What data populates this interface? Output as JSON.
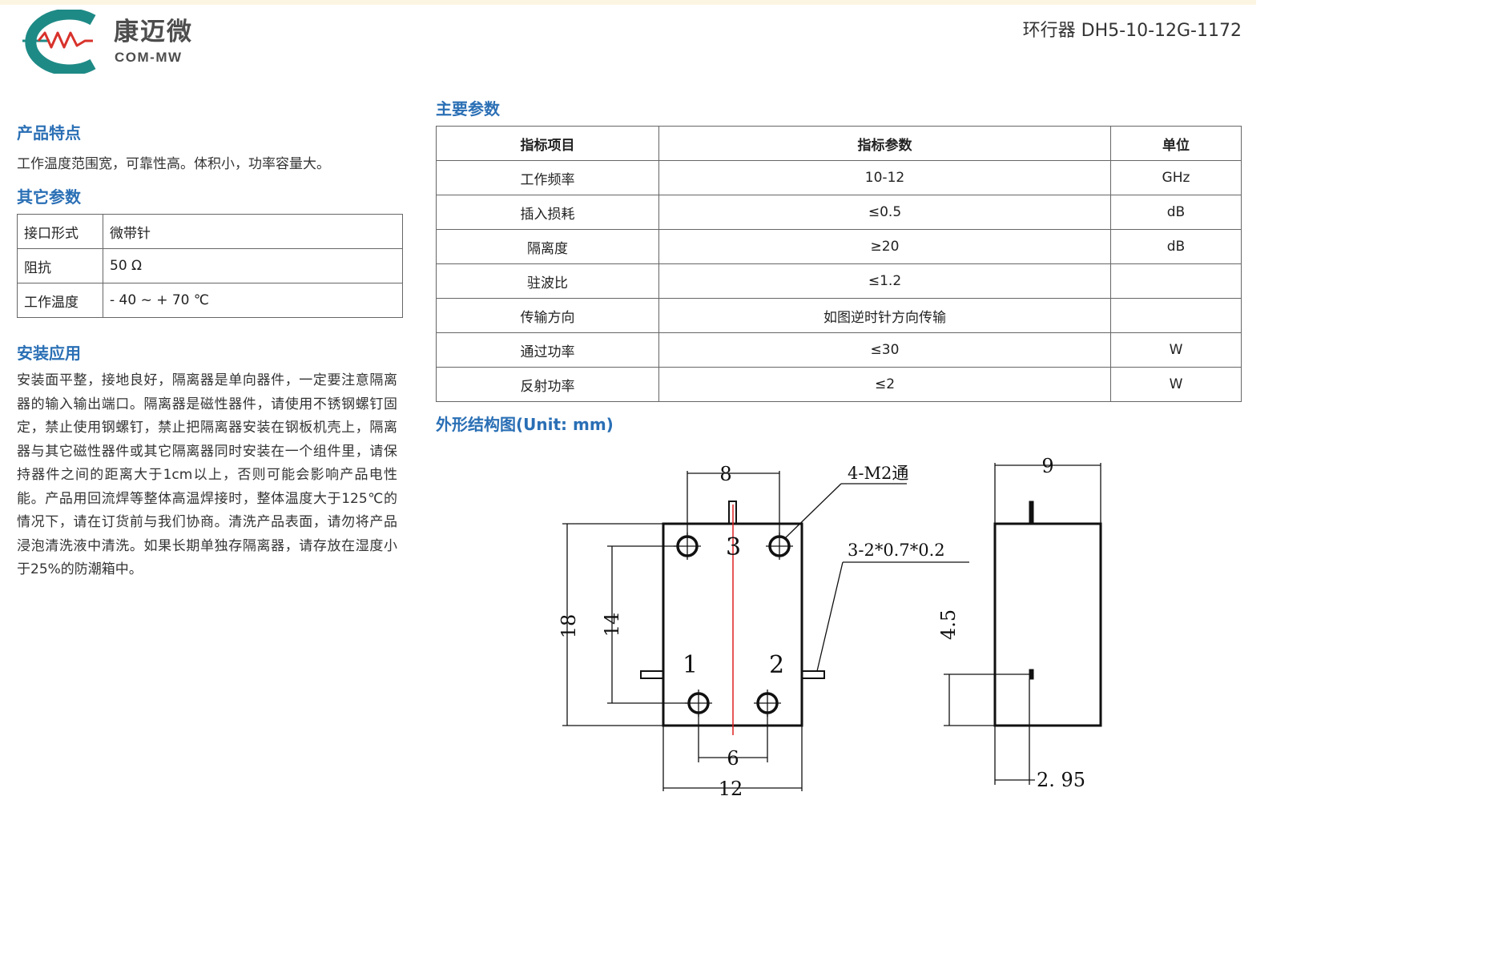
{
  "header": {
    "logo_cn": "康迈微",
    "logo_en": "COM-MW",
    "logo_mark": "MW",
    "doc_title": "环行器 DH5-10-12G-1172"
  },
  "features": {
    "heading": "产品特点",
    "text": "工作温度范围宽，可靠性高。体积小，功率容量大。"
  },
  "other_params": {
    "heading": "其它参数",
    "rows": [
      {
        "key": "接口形式",
        "value": "微带针"
      },
      {
        "key": "阻抗",
        "value": "50 Ω"
      },
      {
        "key": "工作温度",
        "value": "- 40 ~ + 70 ℃"
      }
    ]
  },
  "install": {
    "heading": "安装应用",
    "text": "安装面平整，接地良好，隔离器是单向器件，一定要注意隔离器的输入输出端口。隔离器是磁性器件，请使用不锈钢螺钉固定，禁止使用钢螺钉，禁止把隔离器安装在钢板机壳上，隔离器与其它磁性器件或其它隔离器同时安装在一个组件里，请保持器件之间的距离大于1cm以上，否则可能会影响产品电性能。产品用回流焊等整体高温焊接时，整体温度大于125℃的情况下，请在订货前与我们协商。清洗产品表面，请勿将产品浸泡清洗液中清洗。如果长期单独存隔离器，请存放在湿度小于25%的防潮箱中。"
  },
  "main_params": {
    "heading": "主要参数",
    "columns": [
      "指标项目",
      "指标参数",
      "单位"
    ],
    "rows": [
      [
        "工作频率",
        "10-12",
        "GHz"
      ],
      [
        "插入损耗",
        "≤0.5",
        "dB"
      ],
      [
        "隔离度",
        "≥20",
        "dB"
      ],
      [
        "驻波比",
        "≤1.2",
        ""
      ],
      [
        "传输方向",
        "如图逆时针方向传输",
        ""
      ],
      [
        "通过功率",
        "≤30",
        "W"
      ],
      [
        "反射功率",
        "≤2",
        "W"
      ]
    ]
  },
  "outline": {
    "heading": "外形结构图(Unit: mm)",
    "dims": {
      "top_width": "8",
      "holes": "4-M2通",
      "side_width": "9",
      "pins": "3-2*0.7*0.2",
      "height": "18",
      "hole_pitch_v": "14",
      "pin_height": "4.5",
      "bottom_pitch": "6",
      "body_width": "12",
      "pin_offset": "2. 95"
    },
    "ports": [
      "1",
      "2",
      "3"
    ]
  },
  "colors": {
    "heading": "#2a6fb5",
    "logo_teal": "#1e8a86",
    "logo_red": "#d8322b",
    "axis_red": "#e02020"
  }
}
